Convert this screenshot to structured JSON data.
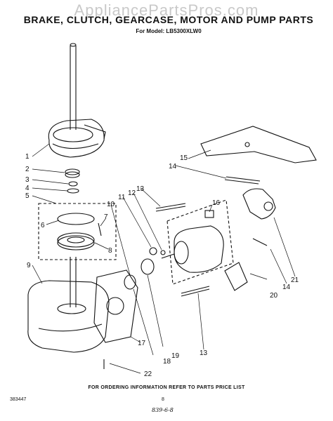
{
  "watermark": "AppliancePartsPros.com",
  "header": {
    "title": "BRAKE, CLUTCH, GEARCASE, MOTOR AND PUMP PARTS",
    "subtitle": "For Model: LB5300XLW0"
  },
  "callouts": [
    "1",
    "2",
    "3",
    "4",
    "5",
    "6",
    "7",
    "8",
    "9",
    "10",
    "11",
    "12",
    "13",
    "13",
    "14",
    "14",
    "15",
    "16",
    "17",
    "18",
    "19",
    "20",
    "21",
    "22"
  ],
  "footer": {
    "ordering_note": "FOR ORDERING INFORMATION REFER TO PARTS PRICE LIST",
    "doc_number": "383447",
    "page_number": "8",
    "handwritten_code": "839-6-8"
  }
}
